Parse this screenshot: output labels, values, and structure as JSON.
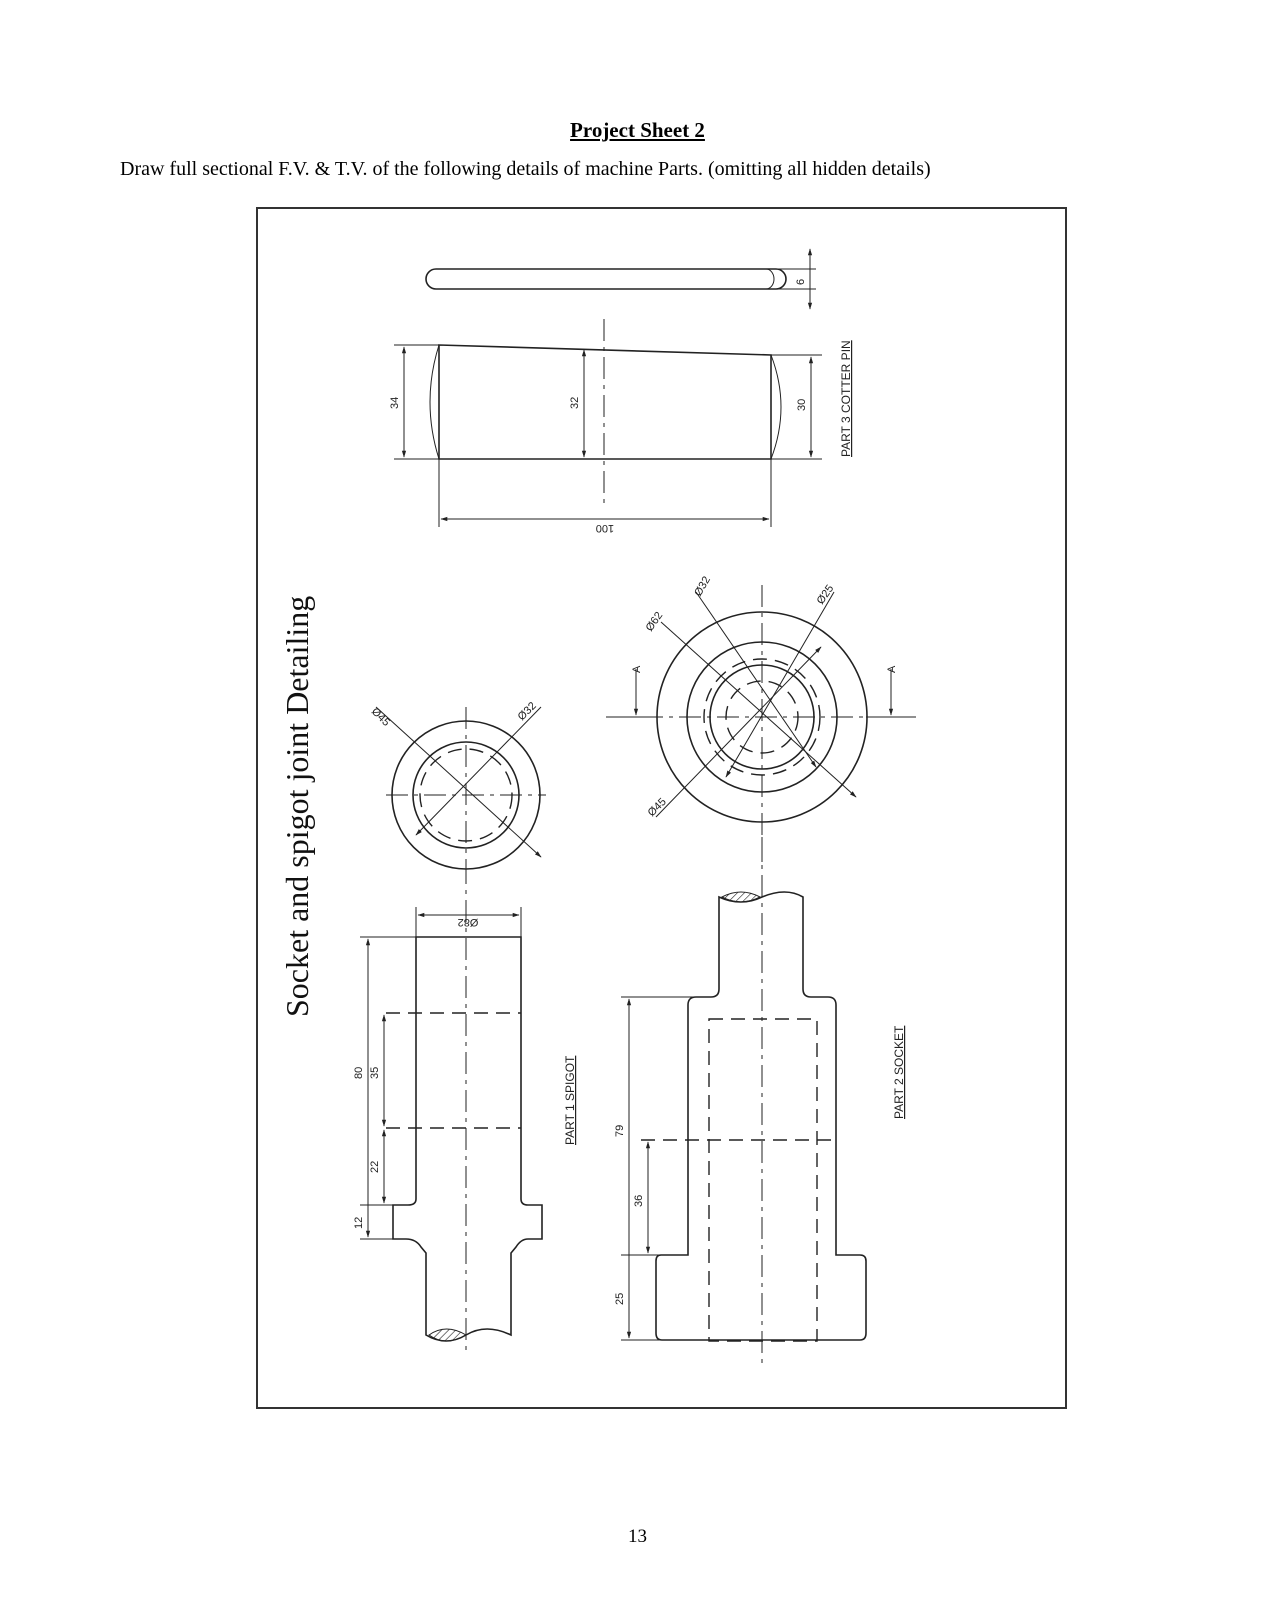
{
  "header": {
    "title": "Project Sheet 2",
    "instruction": "Draw full sectional F.V. & T.V. of the following details of machine Parts. (omitting all hidden details)"
  },
  "drawing": {
    "title": "Socket and spigot joint Detailing",
    "labels": {
      "spigot": "PART 1 SPIGOT",
      "socket": "PART 2 SOCKET",
      "cotter": "PART 3 COTTER PIN"
    },
    "section_marks": {
      "left": "A",
      "right": "A"
    },
    "dimensions": {
      "cotter": {
        "thickness": "6",
        "left_width": "34",
        "middle_width": "32",
        "right_width": "30",
        "length": "100"
      },
      "spigot": {
        "diameter": "Ø82",
        "overall": "80",
        "upper": "35",
        "lower": "22",
        "collar": "12"
      },
      "spigot_top": {
        "outer": "Ø45",
        "inner": "Ø32"
      },
      "socket_top": {
        "a": "Ø32",
        "b": "Ø25",
        "c": "Ø62",
        "d": "Ø45"
      },
      "socket": {
        "overall": "79",
        "mid": "36",
        "base": "25"
      }
    }
  },
  "footer": {
    "page_number": "13"
  }
}
